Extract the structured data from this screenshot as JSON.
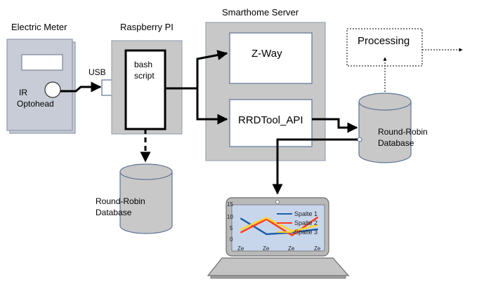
{
  "labels": {
    "electric_meter": "Electric Meter",
    "ir": "IR",
    "optohead": "Optohead",
    "usb": "USB",
    "raspberry_pi": "Raspberry  PI",
    "bash_line1": "bash",
    "bash_line2": "script",
    "smarthome_server": "Smarthome Server",
    "zway": "Z-Way",
    "rrdtool_api": "RRDTool_API",
    "processing": "Processing",
    "rrd_right_line1": "Round-Robin",
    "rrd_right_line2": "Database",
    "rrd_bottom_line1": "Round-Robin",
    "rrd_bottom_line2": "Database"
  },
  "laptop_chart": {
    "y_ticks": [
      "15",
      "10",
      "5",
      "0"
    ],
    "x_ticks": [
      "Ze",
      "Ze",
      "Ze",
      "Ze"
    ],
    "legend": [
      "Spalte 1",
      "Spalte 2",
      "Spalte 3"
    ]
  },
  "chart_data": {
    "type": "line",
    "categories": [
      "Ze",
      "Ze",
      "Ze",
      "Ze"
    ],
    "ylim": [
      0,
      15
    ],
    "series": [
      {
        "name": "Spalte 1",
        "color": "#1f5fa8",
        "values": [
          9.1,
          2.4,
          3.1,
          4.5
        ]
      },
      {
        "name": "Spalte 2",
        "color": "#ff3b1f",
        "values": [
          3.2,
          8.8,
          1.9,
          9.6
        ]
      },
      {
        "name": "Spalte 3",
        "color": "#ffd42a",
        "values": [
          4.5,
          9.4,
          3.7,
          6.2
        ]
      }
    ]
  },
  "colors": {
    "panel_gray": "#c8c8c8",
    "panel_border": "#9aa3b8",
    "arrow": "#000000"
  }
}
